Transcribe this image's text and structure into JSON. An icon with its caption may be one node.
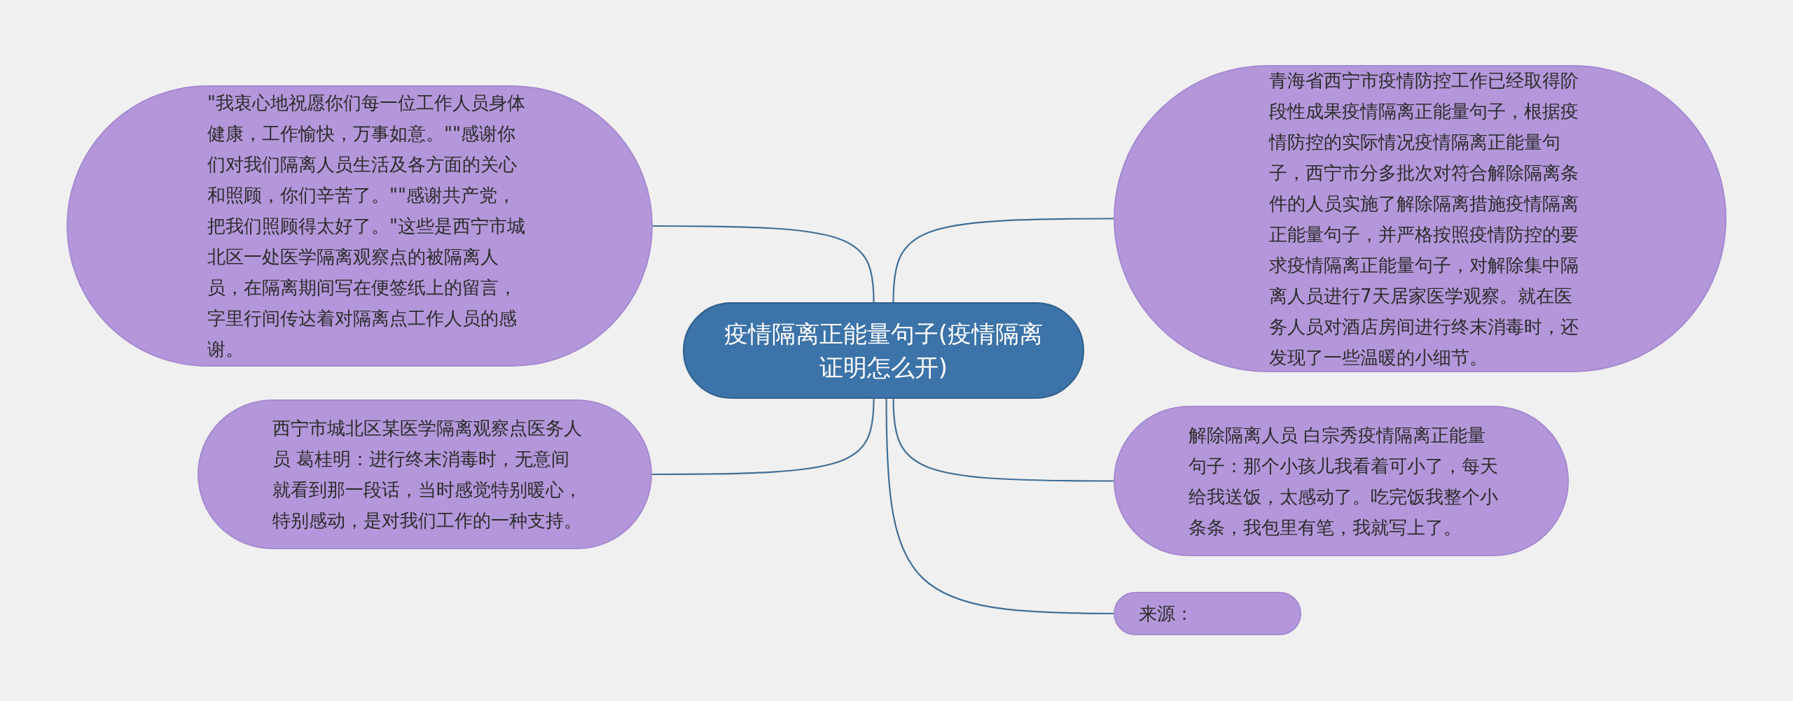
{
  "diagram": {
    "nodes": [
      {
        "text": [
          "疫情隔离正能量句子(疫情隔离证明怎么开)"
        ]
      },
      {
        "text": [
          "\"我衷心地祝愿你们每一位工作人员身体健康，工作愉快，万事如意。\"\"感谢你们对我们隔离人员生活及各方面的关心和照顾，你们辛苦了。\"\"感谢共产党，把我们照顾得太好了。\"这些是西宁市城北区一处医学隔离观察点的被隔离人员，在隔离期间写在便签纸上的留言，字里行间传达着对隔离点工作人员的感谢。"
        ]
      },
      {
        "text": [
          "西宁市城北区某医学隔离观察点医务人员 葛桂明：进行终末消毒时，无意间就看到那一段话，当时感觉特别暖心，特别感动，是对我们工作的一种支持。"
        ]
      },
      {
        "text": [
          "青海省西宁市疫情防控工作已经取得阶段性成果疫情隔离正能量句子，根据疫情防控的实际情况疫情隔离正能量句子，西宁市分多批次对符合解除隔离条件的人员实施了解除隔离措施疫情隔离正能量句子，并严格按照疫情防控的要求疫情隔离正能量句子，对解除集中隔离人员进行7天居家医学观察。就在医务人员对酒店房间进行终末消毒时，还发现了一些温暖的小细节。"
        ]
      },
      {
        "text": [
          "解除隔离人员 白宗秀疫情隔离正能量句子：那个小孩儿我看着可小了，每天给我送饭，太感动了。吃完饭我整个小条条，我包里有笔，我就写上了。"
        ]
      },
      {
        "text": [
          "来源："
        ]
      }
    ],
    "edges": [
      {
        "from": 0,
        "to": 1,
        "arrow": "none"
      },
      {
        "from": 0,
        "to": 2,
        "arrow": "none"
      },
      {
        "from": 0,
        "to": 3,
        "arrow": "none"
      },
      {
        "from": 0,
        "to": 4,
        "arrow": "none"
      },
      {
        "from": 0,
        "to": 5,
        "arrow": "none"
      }
    ]
  }
}
